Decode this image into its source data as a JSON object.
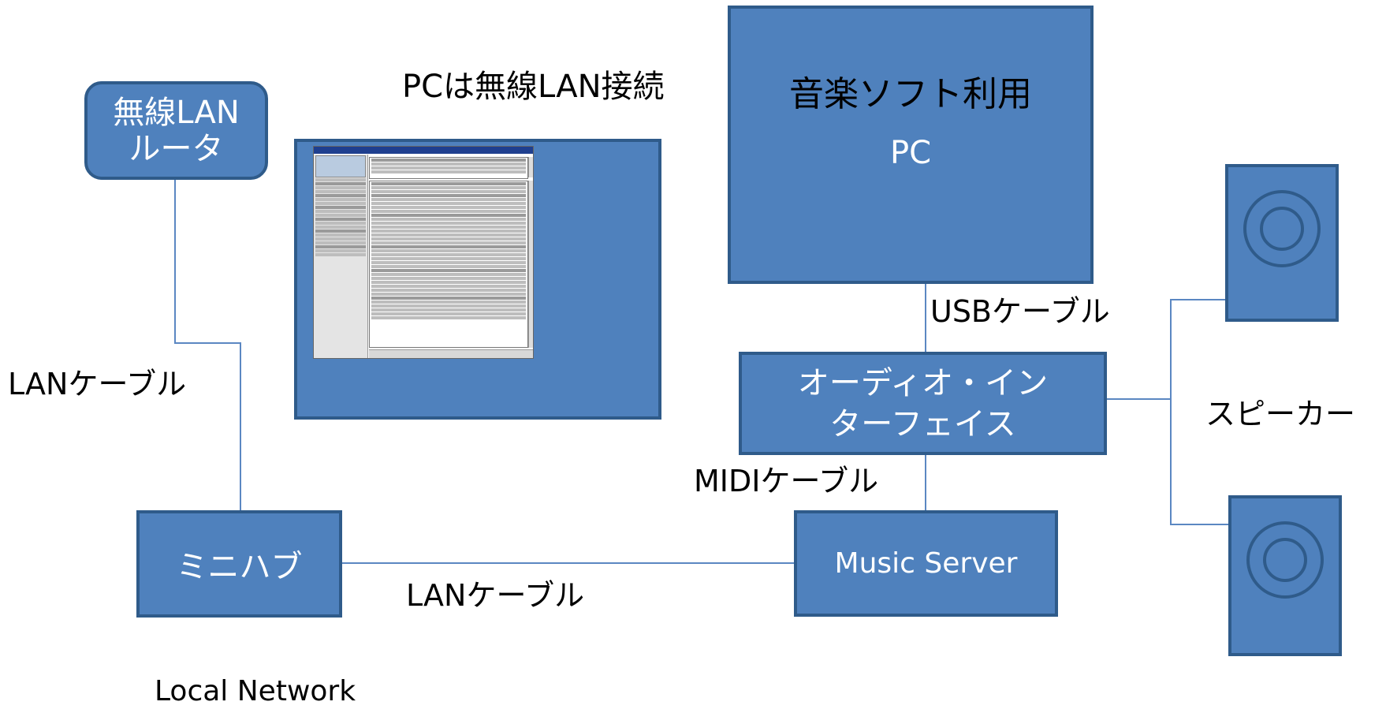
{
  "diagram": {
    "nodes": {
      "wireless_router": {
        "line1": "無線LAN",
        "line2": "ルータ"
      },
      "pc_box": {
        "title": "音楽ソフト利用",
        "subtitle": "PC"
      },
      "audio_interface": {
        "line1": "オーディオ・イン",
        "line2": "ターフェイス"
      },
      "mini_hub": {
        "label": "ミニハブ"
      },
      "music_server": {
        "label": "Music Server"
      }
    },
    "labels": {
      "pc_wireless": "PCは無線LAN接続",
      "lan_cable_vertical": "LANケーブル",
      "usb_cable": "USBケーブル",
      "midi_cable": "MIDIケーブル",
      "lan_cable_horizontal": "LANケーブル",
      "speakers": "スピーカー",
      "local_network": "Local Network"
    },
    "colors": {
      "box_fill": "#4f81bd",
      "box_border": "#2f5b8a",
      "line": "#5b87c2",
      "text_on_box": "#ffffff",
      "text": "#000000"
    }
  }
}
